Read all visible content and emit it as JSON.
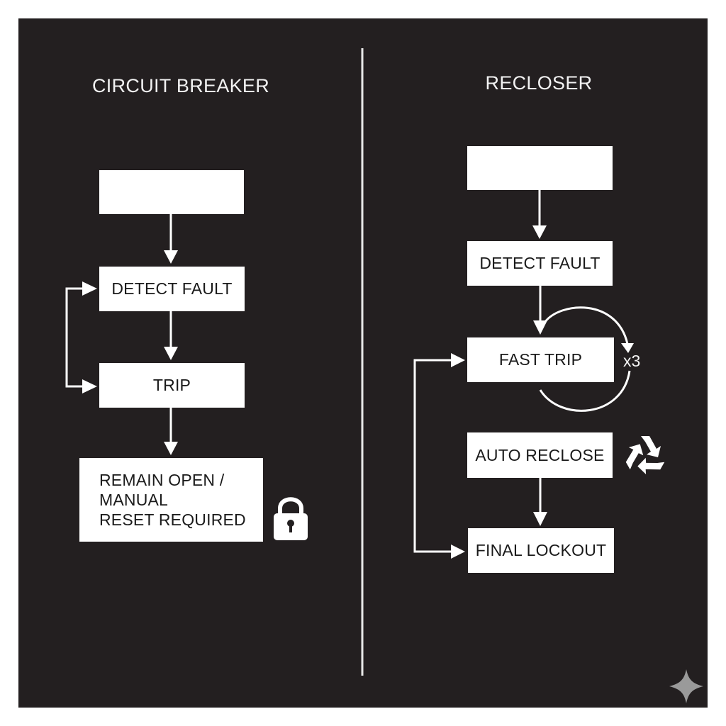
{
  "left": {
    "title": "CIRCUIT BREAKER",
    "steps": [
      {
        "label": ""
      },
      {
        "label": "DETECT FAULT"
      },
      {
        "label": "TRIP"
      },
      {
        "lines": [
          "REMAIN OPEN /",
          "MANUAL",
          "RESET REQUIRED"
        ]
      }
    ],
    "end_icon": "lock-icon"
  },
  "right": {
    "title": "RECLOSER",
    "steps": [
      {
        "label": ""
      },
      {
        "label": "DETECT FAULT"
      },
      {
        "label": "FAST TRIP"
      },
      {
        "label": "AUTO RECLOSE"
      },
      {
        "label": "FINAL LOCKOUT"
      }
    ],
    "loop_label": "x3",
    "reclose_icon": "recycle-icon"
  },
  "watermark_icon": "sparkle-icon",
  "colors": {
    "background": "#231f20",
    "foreground": "#ffffff",
    "watermark": "#9a9a9a"
  }
}
